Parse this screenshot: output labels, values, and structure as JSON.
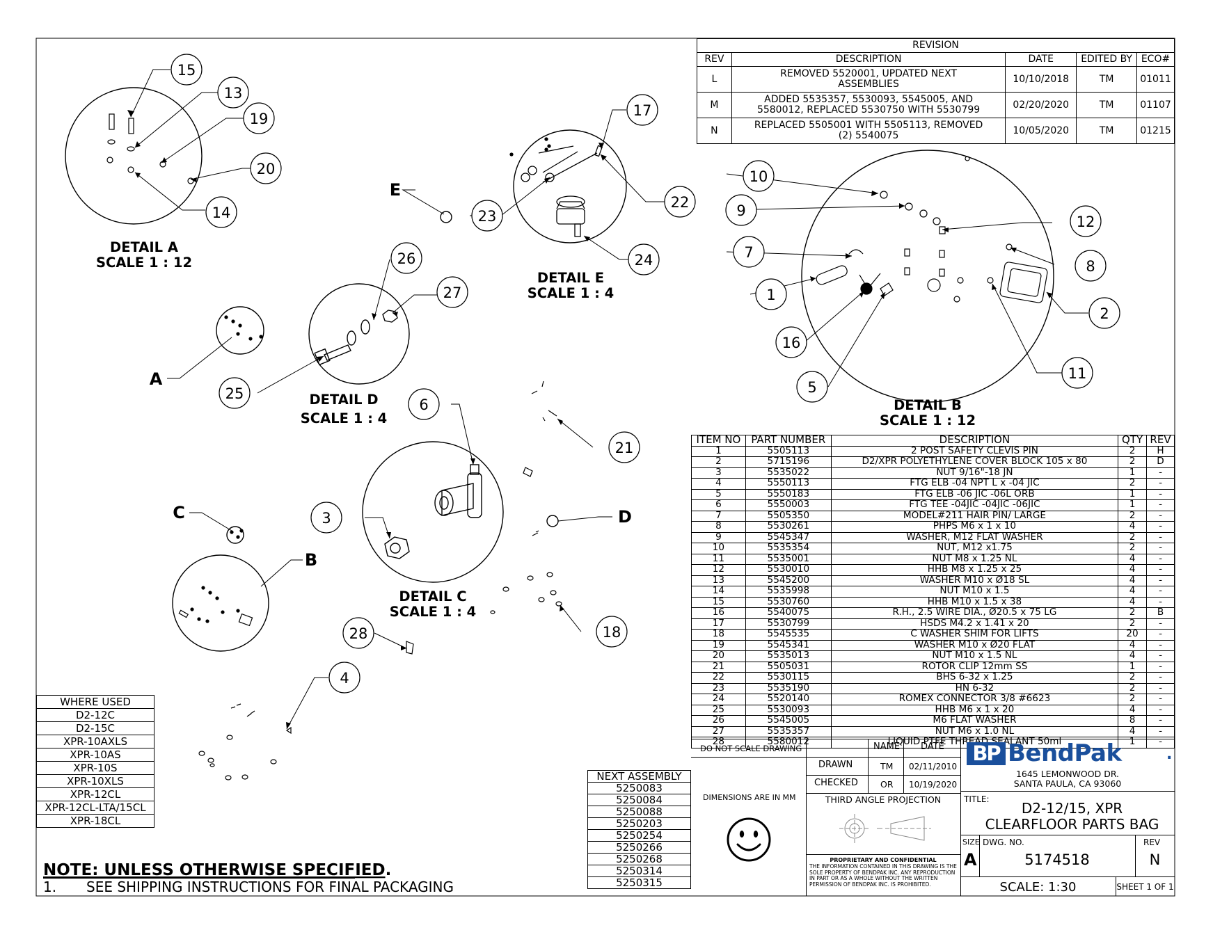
{
  "revision": {
    "header": "REVISION",
    "columns": [
      "REV",
      "DESCRIPTION",
      "DATE",
      "EDITED BY",
      "ECO#"
    ],
    "rows": [
      {
        "rev": "L",
        "desc1": "REMOVED 5520001, UPDATED NEXT",
        "desc2": "ASSEMBLIES",
        "date": "10/10/2018",
        "by": "TM",
        "eco": "01011"
      },
      {
        "rev": "M",
        "desc1": "ADDED 5535357, 5530093, 5545005, AND",
        "desc2": "5580012, REPLACED 5530750 WITH 5530799",
        "date": "02/20/2020",
        "by": "TM",
        "eco": "01107"
      },
      {
        "rev": "N",
        "desc1": "REPLACED 5505001 WITH 5505113, REMOVED",
        "desc2": "(2) 5540075",
        "date": "10/05/2020",
        "by": "TM",
        "eco": "01215"
      }
    ]
  },
  "bom": {
    "columns": [
      "ITEM NO",
      "PART NUMBER",
      "DESCRIPTION",
      "QTY",
      "REV"
    ],
    "rows": [
      [
        "1",
        "5505113",
        "2 POST SAFETY CLEVIS PIN",
        "2",
        "H"
      ],
      [
        "2",
        "5715196",
        "D2/XPR POLYETHYLENE COVER BLOCK 105 x 80",
        "2",
        "D"
      ],
      [
        "3",
        "5535022",
        "NUT 9/16\"-18 JN",
        "1",
        "-"
      ],
      [
        "4",
        "5550113",
        "FTG ELB -04 NPT L x -04 JIC",
        "2",
        "-"
      ],
      [
        "5",
        "5550183",
        "FTG ELB -06 JIC -06L ORB",
        "1",
        "-"
      ],
      [
        "6",
        "5550003",
        "FTG TEE -04JIC -04JIC -06JIC",
        "1",
        "-"
      ],
      [
        "7",
        "5505350",
        "MODEL#211 HAIR PIN/ LARGE",
        "2",
        "-"
      ],
      [
        "8",
        "5530261",
        "PHPS M6 x 1 x 10",
        "4",
        "-"
      ],
      [
        "9",
        "5545347",
        "WASHER, M12 FLAT WASHER",
        "2",
        "-"
      ],
      [
        "10",
        "5535354",
        "NUT, M12 x1.75",
        "2",
        "-"
      ],
      [
        "11",
        "5535001",
        "NUT M8 x 1.25 NL",
        "4",
        "-"
      ],
      [
        "12",
        "5530010",
        "HHB M8 x 1.25 x 25",
        "4",
        "-"
      ],
      [
        "13",
        "5545200",
        "WASHER M10 x Ø18 SL",
        "4",
        "-"
      ],
      [
        "14",
        "5535998",
        "NUT M10 x 1.5",
        "4",
        "-"
      ],
      [
        "15",
        "5530760",
        "HHB M10 x 1.5 x 38",
        "4",
        "-"
      ],
      [
        "16",
        "5540075",
        "R.H., 2.5 WIRE DIA., Ø20.5 x 75 LG",
        "2",
        "B"
      ],
      [
        "17",
        "5530799",
        "HSDS M4.2 x 1.41 x 20",
        "2",
        "-"
      ],
      [
        "18",
        "5545535",
        "C WASHER SHIM FOR LIFTS",
        "20",
        "-"
      ],
      [
        "19",
        "5545341",
        "WASHER M10 x Ø20 FLAT",
        "4",
        "-"
      ],
      [
        "20",
        "5535013",
        "NUT M10 x 1.5 NL",
        "4",
        "-"
      ],
      [
        "21",
        "5505031",
        "ROTOR CLIP 12mm SS",
        "1",
        "-"
      ],
      [
        "22",
        "5530115",
        "BHS 6-32 x 1.25",
        "2",
        "-"
      ],
      [
        "23",
        "5535190",
        "HN 6-32",
        "2",
        "-"
      ],
      [
        "24",
        "5520140",
        "ROMEX CONNECTOR 3/8 #6623",
        "2",
        "-"
      ],
      [
        "25",
        "5530093",
        "HHB M6 x 1 x 20",
        "4",
        "-"
      ],
      [
        "26",
        "5545005",
        "M6 FLAT WASHER",
        "8",
        "-"
      ],
      [
        "27",
        "5535357",
        "NUT M6 x 1.0 NL",
        "4",
        "-"
      ],
      [
        "28",
        "5580012",
        "LIQUID PTFE THREAD SEALANT 50ml",
        "1",
        "-"
      ]
    ]
  },
  "where_used": {
    "header": "WHERE USED",
    "items": [
      "D2-12C",
      "D2-15C",
      "XPR-10AXLS",
      "XPR-10AS",
      "XPR-10S",
      "XPR-10XLS",
      "XPR-12CL",
      "XPR-12CL-LTA/15CL",
      "XPR-18CL"
    ]
  },
  "next_assembly": {
    "header": "NEXT ASSEMBLY",
    "items": [
      "5250083",
      "5250084",
      "5250088",
      "5250203",
      "5250254",
      "5250266",
      "5250268",
      "5250314",
      "5250315"
    ]
  },
  "notes": {
    "title": "NOTE: UNLESS OTHERWISE SPECIFIED",
    "period": ".",
    "item_number": "1.",
    "item_text": "SEE SHIPPING INSTRUCTIONS FOR FINAL PACKAGING"
  },
  "details": [
    {
      "name": "DETAIL A",
      "scale": "SCALE 1 : 12"
    },
    {
      "name": "DETAIL B",
      "scale": "SCALE 1 : 12"
    },
    {
      "name": "DETAIL C",
      "scale": "SCALE 1 : 4"
    },
    {
      "name": "DETAIL D",
      "scale": "SCALE 1 : 4"
    },
    {
      "name": "DETAIL E",
      "scale": "SCALE 1 : 4"
    }
  ],
  "view_letters": [
    "A",
    "B",
    "C",
    "D",
    "E"
  ],
  "balloons": [
    "1",
    "2",
    "3",
    "4",
    "5",
    "6",
    "7",
    "8",
    "9",
    "10",
    "11",
    "12",
    "13",
    "14",
    "15",
    "16",
    "17",
    "18",
    "19",
    "20",
    "21",
    "22",
    "23",
    "24",
    "25",
    "26",
    "27",
    "28"
  ],
  "title_block": {
    "do_not_scale": "DO NOT SCALE DRAWING",
    "name_label": "NAME",
    "date_label": "DATE",
    "drawn_label": "DRAWN",
    "drawn_name": "TM",
    "drawn_date": "02/11/2010",
    "checked_label": "CHECKED",
    "checked_name": "OR",
    "checked_date": "10/19/2020",
    "dimensions_note": "DIMENSIONS ARE IN MM",
    "projection": "THIRD ANGLE PROJECTION",
    "proprietary_title": "PROPRIETARY AND CONFIDENTIAL",
    "proprietary_text": "THE INFORMATION CONTAINED IN THIS DRAWING IS THE SOLE PROPERTY OF BENDPAK INC. ANY REPRODUCTION IN PART OR AS A WHOLE WITHOUT THE WRITTEN PERMISSION OF BENDPAK INC. IS PROHIBITED.",
    "company_logo_letters": "BP",
    "company_name": "BendPak",
    "company_mark": ".",
    "address1": "1645 LEMONWOOD DR.",
    "address2": "SANTA PAULA, CA 93060",
    "title_label": "TITLE:",
    "title_line1": "D2-12/15, XPR",
    "title_line2": "CLEARFLOOR PARTS BAG",
    "size_label": "SIZE",
    "size_value": "A",
    "dwg_label": "DWG.  NO.",
    "dwg_number": "5174518",
    "rev_label": "REV",
    "rev_value": "N",
    "scale_text": "SCALE: 1:30",
    "sheet_text": "SHEET 1 OF 1"
  },
  "colors": {
    "line": "#000000",
    "logo_blue": "#1a4f9c",
    "paper": "#ffffff"
  }
}
